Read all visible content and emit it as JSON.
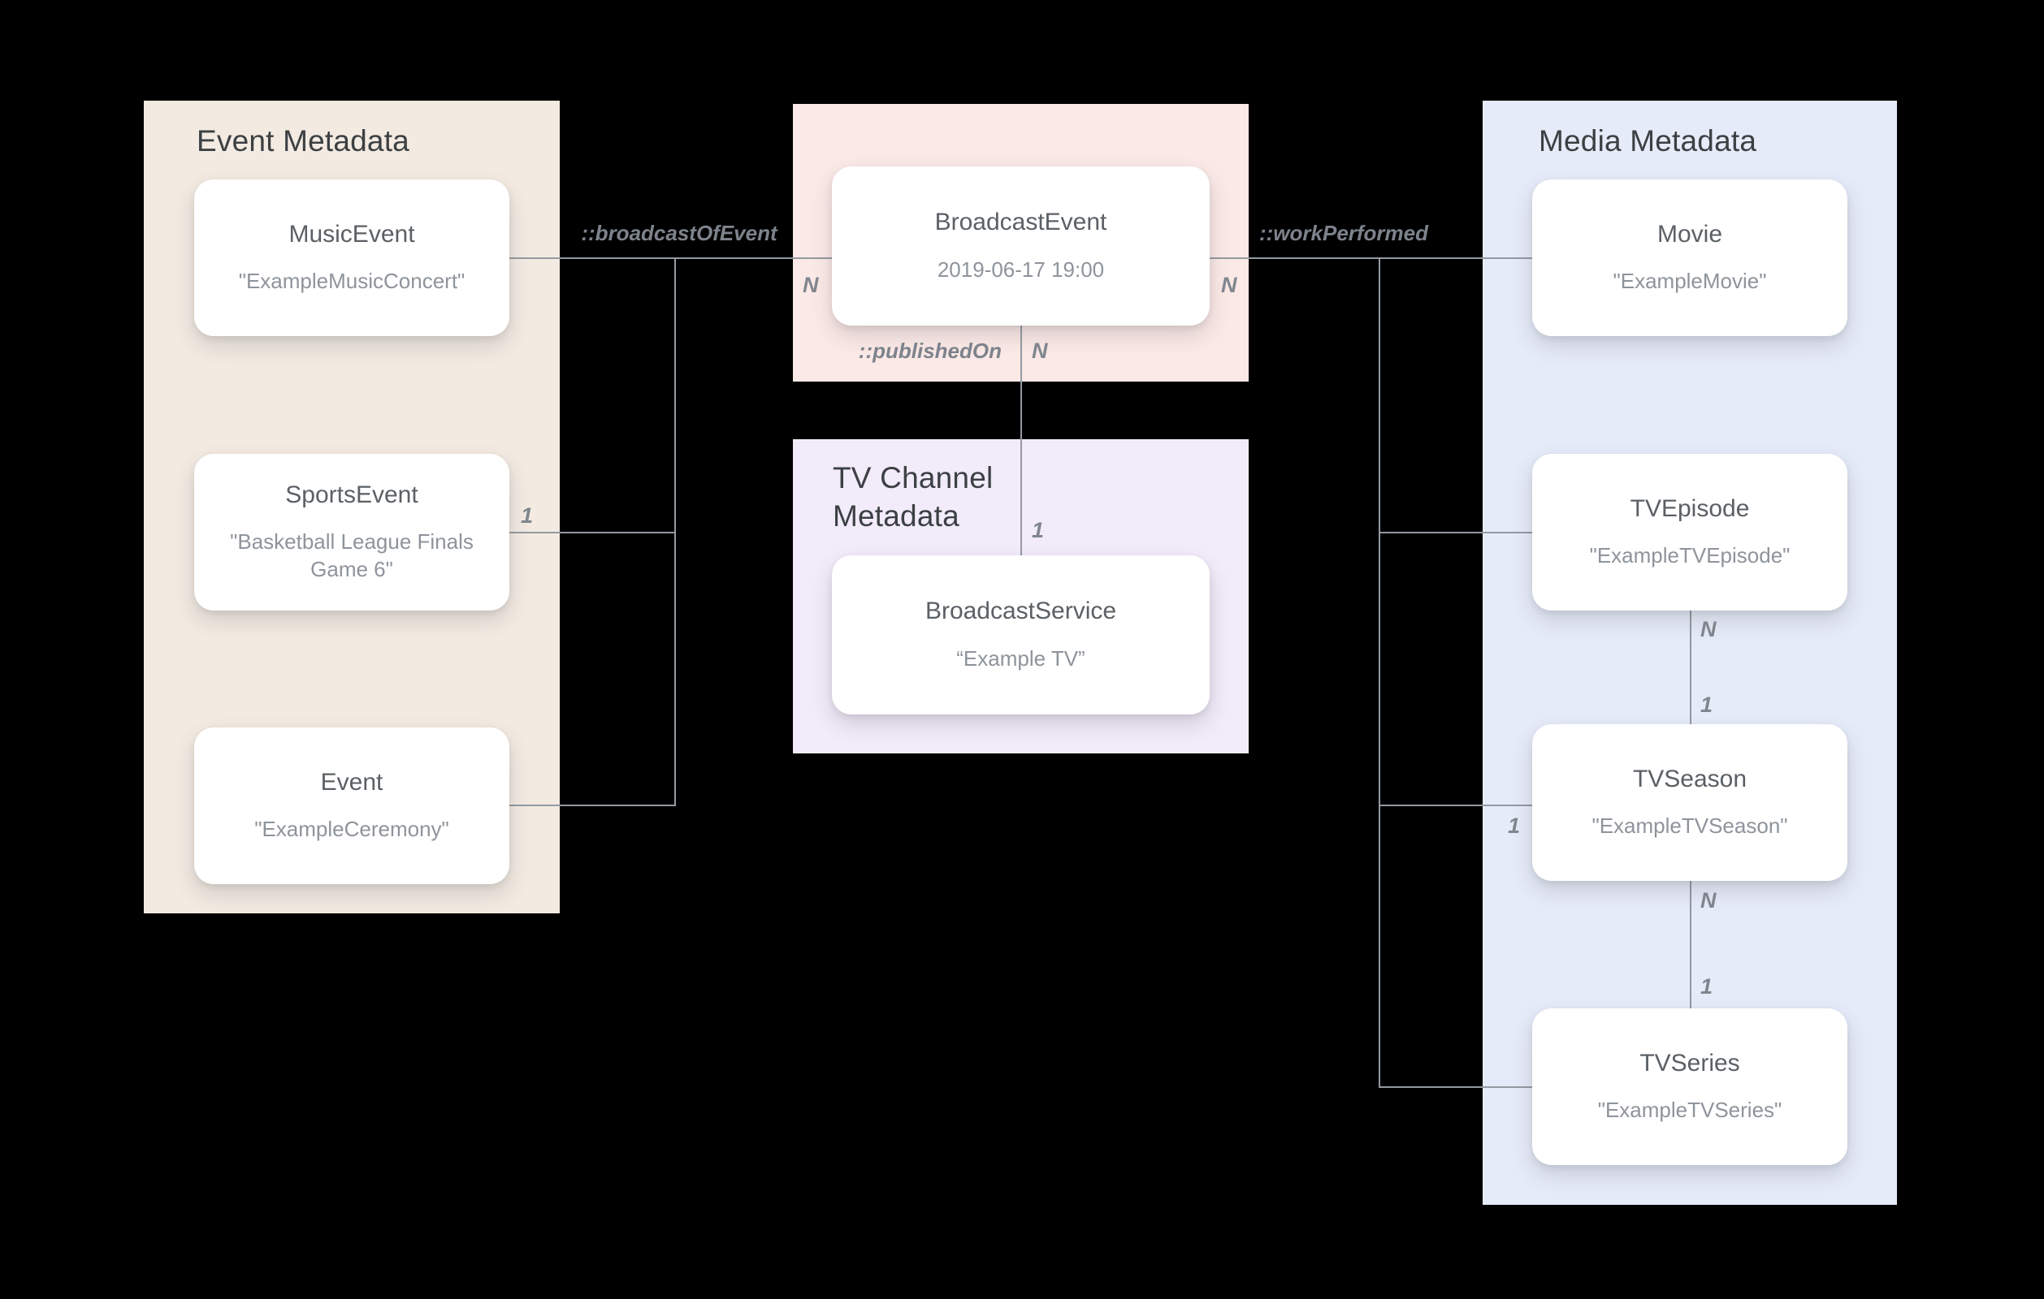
{
  "canvas": {
    "background": "#000000"
  },
  "panels": {
    "event": {
      "title": "Event Metadata",
      "bg": "#f3eae2"
    },
    "broadcast": {
      "bg": "#fbe9e7"
    },
    "tv_channel": {
      "title": "TV Channel Metadata",
      "bg": "#f2ebfa"
    },
    "media": {
      "title": "Media Metadata",
      "bg": "#e6ebf9"
    }
  },
  "nodes": {
    "music_event": {
      "name": "MusicEvent",
      "value": "\"ExampleMusicConcert\""
    },
    "sports_event": {
      "name": "SportsEvent",
      "value": "\"Basketball League Finals Game 6\""
    },
    "event": {
      "name": "Event",
      "value": "\"ExampleCeremony\""
    },
    "broadcast_event": {
      "name": "BroadcastEvent",
      "value": "2019-06-17 19:00"
    },
    "broadcast_service": {
      "name": "BroadcastService",
      "value": "“Example TV”"
    },
    "movie": {
      "name": "Movie",
      "value": "\"ExampleMovie\""
    },
    "tv_episode": {
      "name": "TVEpisode",
      "value": "\"ExampleTVEpisode\""
    },
    "tv_season": {
      "name": "TVSeason",
      "value": "\"ExampleTVSeason\""
    },
    "tv_series": {
      "name": "TVSeries",
      "value": "\"ExampleTVSeries\""
    }
  },
  "relations": {
    "broadcast_of_event": {
      "label": "::broadcastOfEvent",
      "n_broadcast_side": "N",
      "one_sports_side": "1"
    },
    "work_performed": {
      "label": "::workPerformed",
      "n_broadcast_side": "N",
      "one_season_side": "1"
    },
    "published_on": {
      "label": "::publishedOn",
      "n_event_side": "N",
      "one_service_side": "1"
    },
    "episode_to_season": {
      "n_top": "N",
      "one_bottom": "1"
    },
    "season_to_series": {
      "n_top": "N",
      "one_bottom": "1"
    }
  },
  "line_color": "#939aa0"
}
